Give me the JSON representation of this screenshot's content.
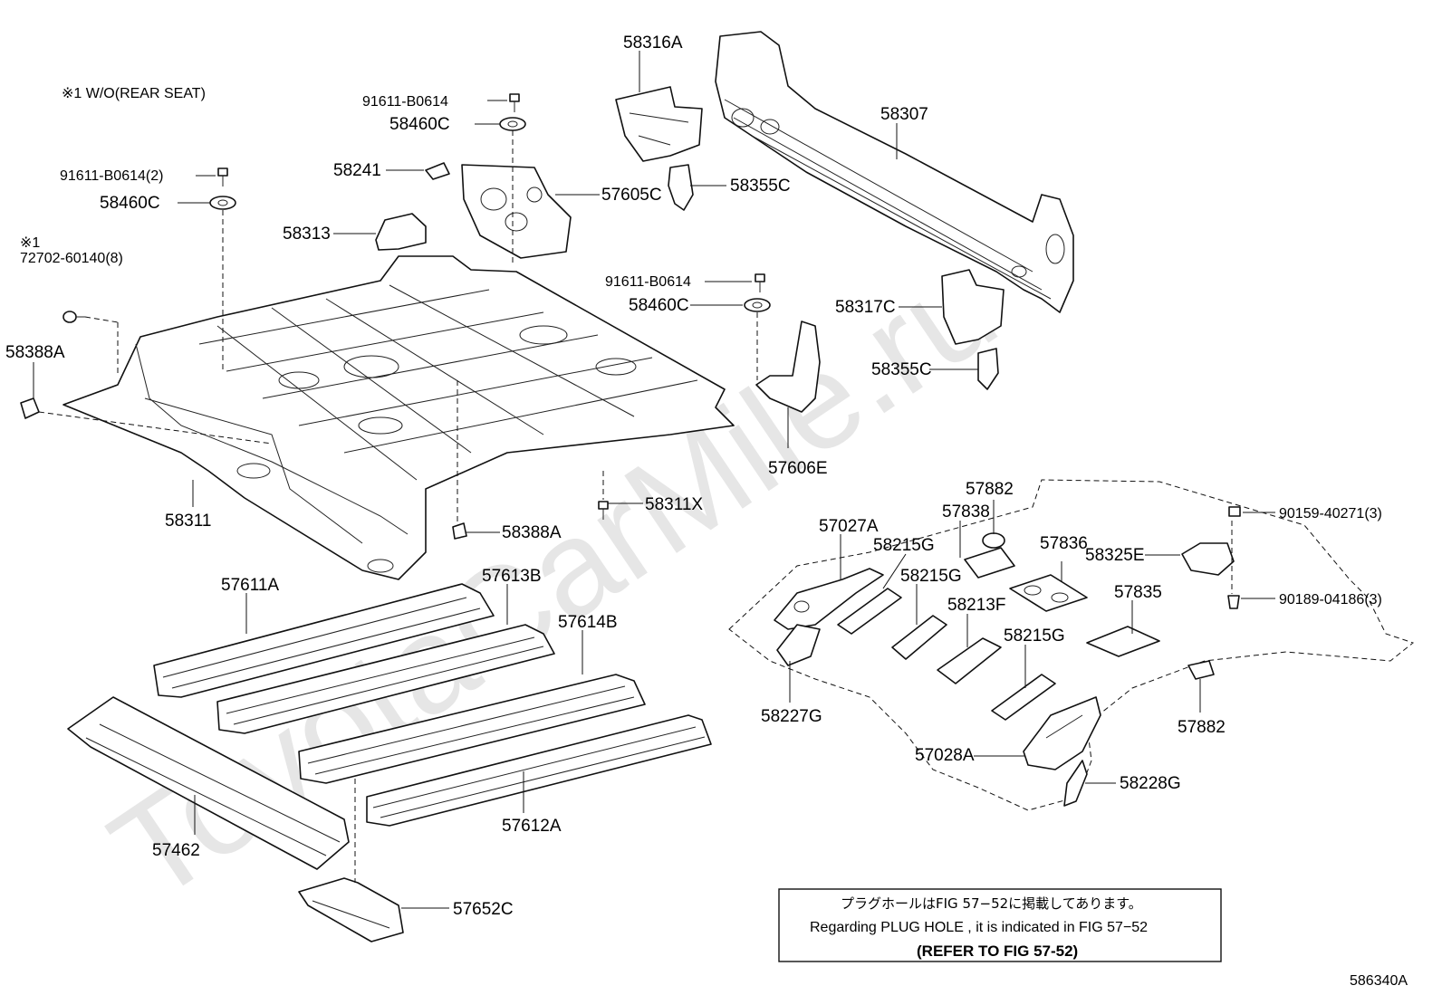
{
  "watermark": "ToyotaCarMile.ru",
  "footnote": "※1 W/O(REAR SEAT)",
  "diagram_id": "586340A",
  "note": {
    "line_jp": "プラグホールはFIG 57−52に掲載してあります。",
    "line_en": "Regarding  PLUG  HOLE , it is indicated in FIG  57−52",
    "line_ref": "(REFER TO FIG 57-52)"
  },
  "labels": {
    "p58316A": "58316A",
    "p58307": "58307",
    "p91611_top": "91611-B0614",
    "p58460C_top": "58460C",
    "p91611_left": "91611-B0614(2)",
    "p58460C_left": "58460C",
    "p58241": "58241",
    "p57605C": "57605C",
    "p58355C_top": "58355C",
    "p58313": "58313",
    "mark_72702": "※1",
    "p72702": "72702-60140(8)",
    "p91611_mid": "91611-B0614",
    "p58460C_mid": "58460C",
    "p58317C": "58317C",
    "p58355C_mid": "58355C",
    "p58388A_left": "58388A",
    "p57606E": "57606E",
    "p58311": "58311",
    "p58311X": "58311X",
    "p58388A_bottom": "58388A",
    "p57611A": "57611A",
    "p57613B": "57613B",
    "p57614B": "57614B",
    "p57462": "57462",
    "p57612A": "57612A",
    "p57652C": "57652C",
    "p57882_top": "57882",
    "p57838": "57838",
    "p57027A": "57027A",
    "p58215G_a": "58215G",
    "p57836": "57836",
    "p58215G_b": "58215G",
    "p58213F": "58213F",
    "p57835": "57835",
    "p58215G_c": "58215G",
    "p90159": "90159-40271(3)",
    "p58325E": "58325E",
    "p90189": "90189-04186(3)",
    "p58227G": "58227G",
    "p57882_bottom": "57882",
    "p57028A": "57028A",
    "p58228G": "58228G"
  }
}
